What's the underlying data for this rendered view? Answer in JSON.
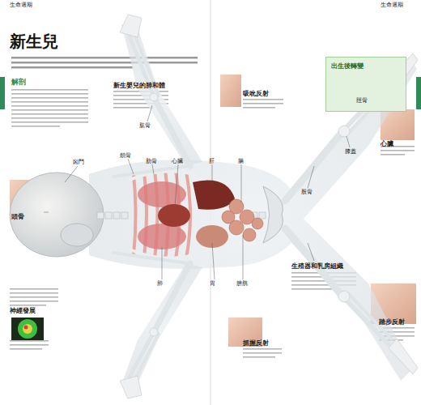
{
  "diagram": {
    "title": "新生兒",
    "nodes": [
      {
        "text": [
          "出生後轉變"
        ]
      }
    ],
    "labels": [
      "生命週期",
      "生命週期",
      "解剖",
      "頭骨",
      "囟門",
      "神經發展",
      "鎖骨",
      "肋骨",
      "心臟",
      "肝",
      "腸",
      "肺",
      "胃",
      "膀胱",
      "肱骨",
      "股骨",
      "膝蓋",
      "脛骨",
      "新生嬰兒的肺和體",
      "吸吮反射",
      "抓握反射",
      "踏步反射",
      "生殖器和乳房組織",
      "心臟"
    ]
  }
}
